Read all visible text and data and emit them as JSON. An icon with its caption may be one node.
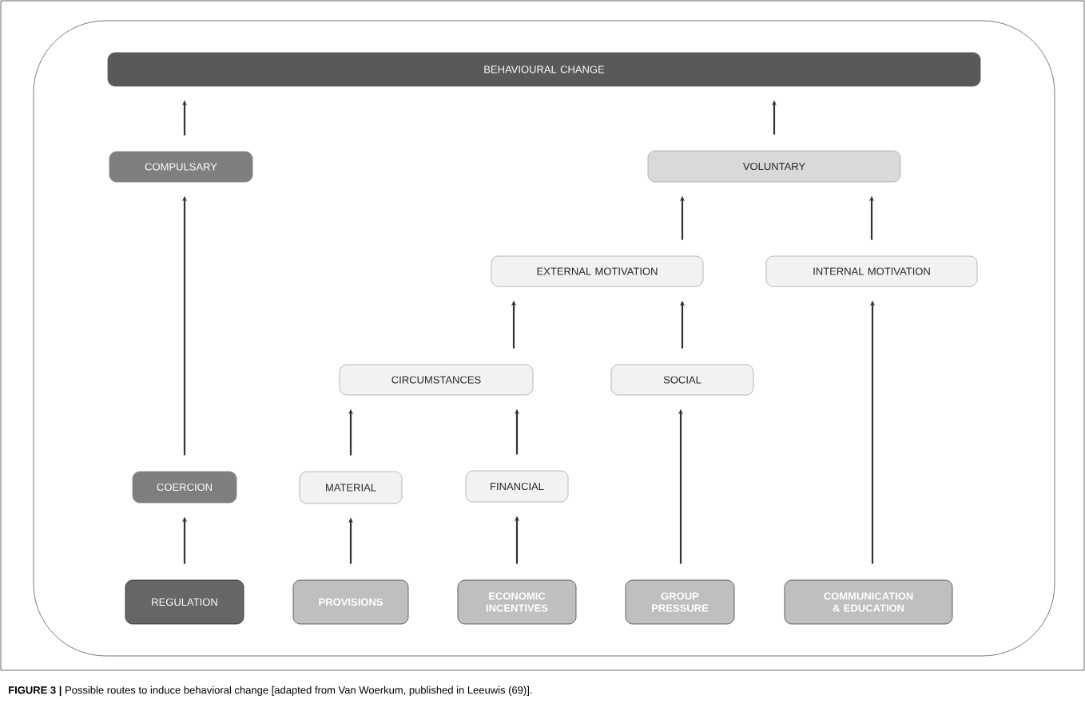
{
  "diagram": {
    "caption": "**FIGURE 3 |** Possible routes to induce behavioral change [adapted from Van Woerkum, published in Leeuwis (69)].",
    "nodes": [
      {
        "text": [
          "BEHAVIOURAL CHANGE"
        ]
      },
      {
        "text": [
          "COMPULSARY"
        ]
      },
      {
        "text": [
          "VOLUNTARY"
        ]
      },
      {
        "text": [
          "EXTERNAL MOTIVATION"
        ]
      },
      {
        "text": [
          "INTERNAL MOTIVATION"
        ]
      },
      {
        "text": [
          "CIRCUMSTANCES"
        ]
      },
      {
        "text": [
          "SOCIAL"
        ]
      },
      {
        "text": [
          "COERCION"
        ]
      },
      {
        "text": [
          "MATERIAL"
        ]
      },
      {
        "text": [
          "FINANCIAL"
        ]
      },
      {
        "text": [
          "REGULATION"
        ]
      },
      {
        "text": [
          "PROVISIONS"
        ]
      },
      {
        "text": [
          "ECONOMIC INCENTIVES"
        ]
      },
      {
        "text": [
          "GROUP PRESSURE"
        ]
      },
      {
        "text": [
          "COMMUNICATION & EDUCATION"
        ]
      }
    ],
    "edges": [
      {
        "from": 10,
        "to": 7,
        "arrow": "to"
      },
      {
        "from": 7,
        "to": 1,
        "arrow": "to"
      },
      {
        "from": 1,
        "to": 0,
        "arrow": "to"
      },
      {
        "from": 11,
        "to": 8,
        "arrow": "to"
      },
      {
        "from": 8,
        "to": 5,
        "arrow": "to"
      },
      {
        "from": 12,
        "to": 9,
        "arrow": "to"
      },
      {
        "from": 9,
        "to": 5,
        "arrow": "to"
      },
      {
        "from": 5,
        "to": 3,
        "arrow": "to"
      },
      {
        "from": 13,
        "to": 6,
        "arrow": "to"
      },
      {
        "from": 6,
        "to": 3,
        "arrow": "to"
      },
      {
        "from": 3,
        "to": 2,
        "arrow": "to"
      },
      {
        "from": 14,
        "to": 4,
        "arrow": "to"
      },
      {
        "from": 4,
        "to": 2,
        "arrow": "to"
      },
      {
        "from": 2,
        "to": 0,
        "arrow": "to"
      }
    ]
  }
}
